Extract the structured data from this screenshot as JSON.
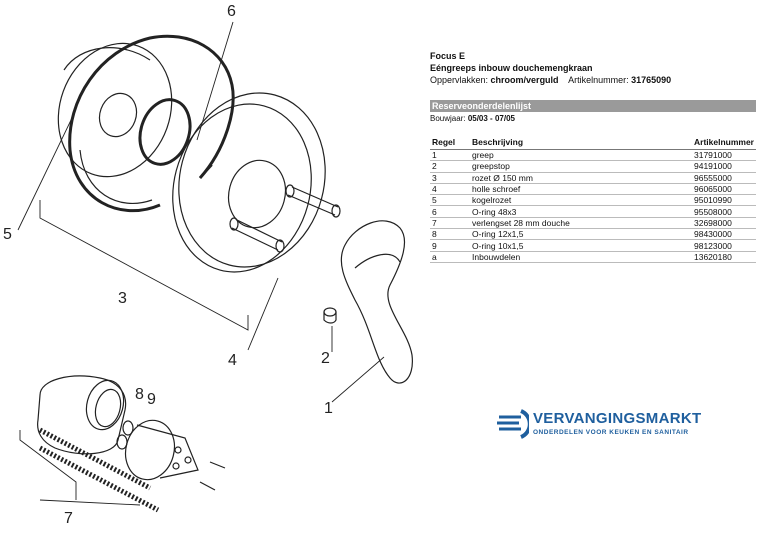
{
  "header": {
    "model": "Focus E",
    "product": "Eéngreeps inbouw douchemengkraan",
    "surface_label": "Oppervlakken:",
    "surface_value": "chroom/verguld",
    "article_label": "Artikelnummer:",
    "article_value": "31765090"
  },
  "parts_list": {
    "title": "Reserveonderdelenlijst",
    "year_label": "Bouwjaar:",
    "year_value": "05/03 - 07/05",
    "columns": [
      "Regel",
      "Beschrijving",
      "Artikelnummer"
    ],
    "rows": [
      [
        "1",
        "greep",
        "31791000"
      ],
      [
        "2",
        "greepstop",
        "94191000"
      ],
      [
        "3",
        "rozet Ø 150 mm",
        "96555000"
      ],
      [
        "4",
        "holle schroef",
        "96065000"
      ],
      [
        "5",
        "kogelrozet",
        "95010990"
      ],
      [
        "6",
        "O-ring 48x3",
        "95508000"
      ],
      [
        "7",
        "verlengset 28 mm douche",
        "32698000"
      ],
      [
        "8",
        "O-ring 12x1,5",
        "98430000"
      ],
      [
        "9",
        "O-ring 10x1,5",
        "98123000"
      ],
      [
        "a",
        "Inbouwdelen",
        "13620180"
      ]
    ]
  },
  "callouts": {
    "c1": "1",
    "c2": "2",
    "c3": "3",
    "c4": "4",
    "c5": "5",
    "c6": "6",
    "c7": "7",
    "c8": "8",
    "c9": "9"
  },
  "logo": {
    "name": "VERVANGINGSMARKT",
    "tagline": "ONDERDELEN VOOR KEUKEN EN SANITAIR",
    "brand_color": "#1f5f9e"
  },
  "colors": {
    "line": "#222222",
    "table_header_bg": "#9a9a9a"
  }
}
